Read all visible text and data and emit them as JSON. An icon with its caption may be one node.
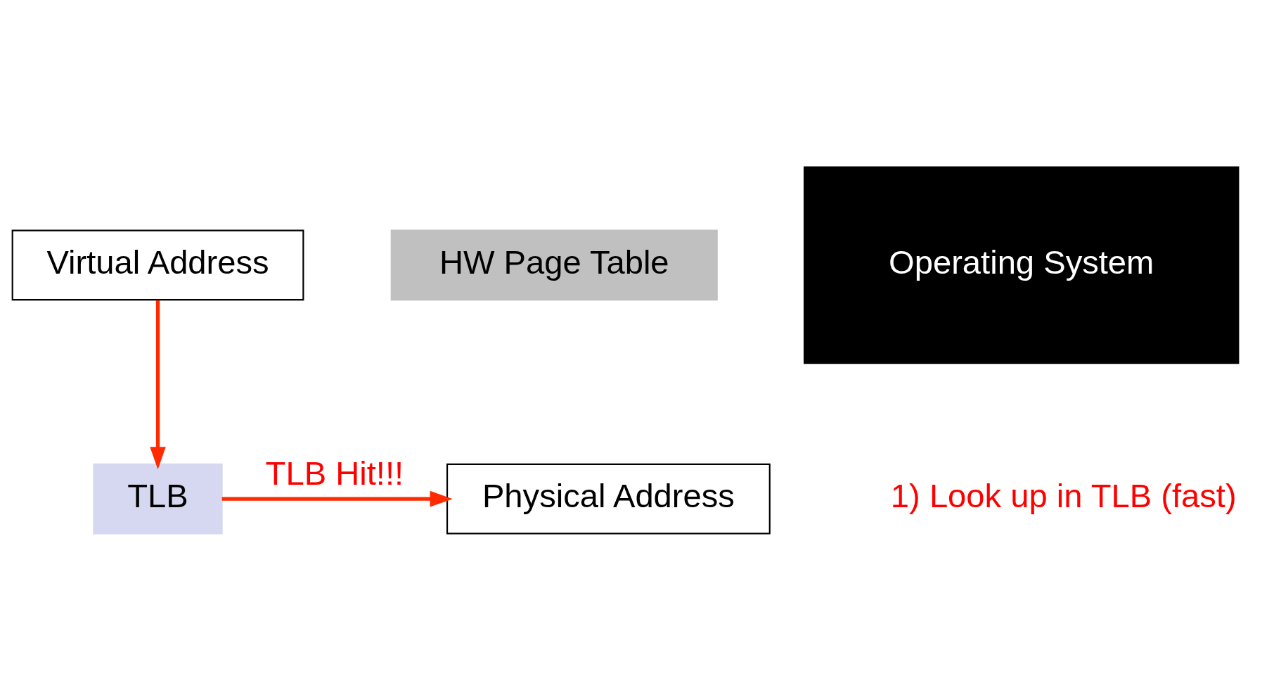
{
  "diagram": {
    "nodes": [
      {
        "text": [
          "Virtual Address"
        ]
      },
      {
        "text": [
          "TLB"
        ]
      },
      {
        "text": [
          "HW Page Table"
        ]
      },
      {
        "text": [
          "Operating System"
        ]
      },
      {
        "text": [
          "Physical Address"
        ]
      }
    ],
    "edges": [
      {
        "from": 0,
        "to": 1,
        "arrow": "to"
      },
      {
        "from": 1,
        "to": 4,
        "arrow": "to",
        "label": "TLB Hit!!!"
      }
    ],
    "labels": [
      "1) Look up in TLB (fast)"
    ]
  }
}
